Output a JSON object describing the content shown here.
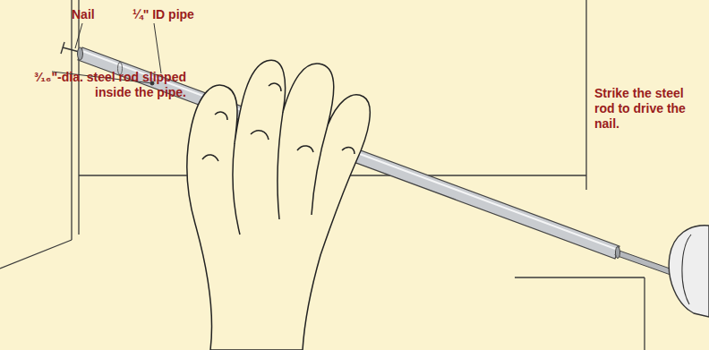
{
  "diagram": {
    "labels": [
      "Nail",
      "¼\" ID pipe",
      "³⁄₁₆\"-dia. steel rod slipped inside the pipe.",
      "Strike the steel rod to drive the nail."
    ]
  }
}
